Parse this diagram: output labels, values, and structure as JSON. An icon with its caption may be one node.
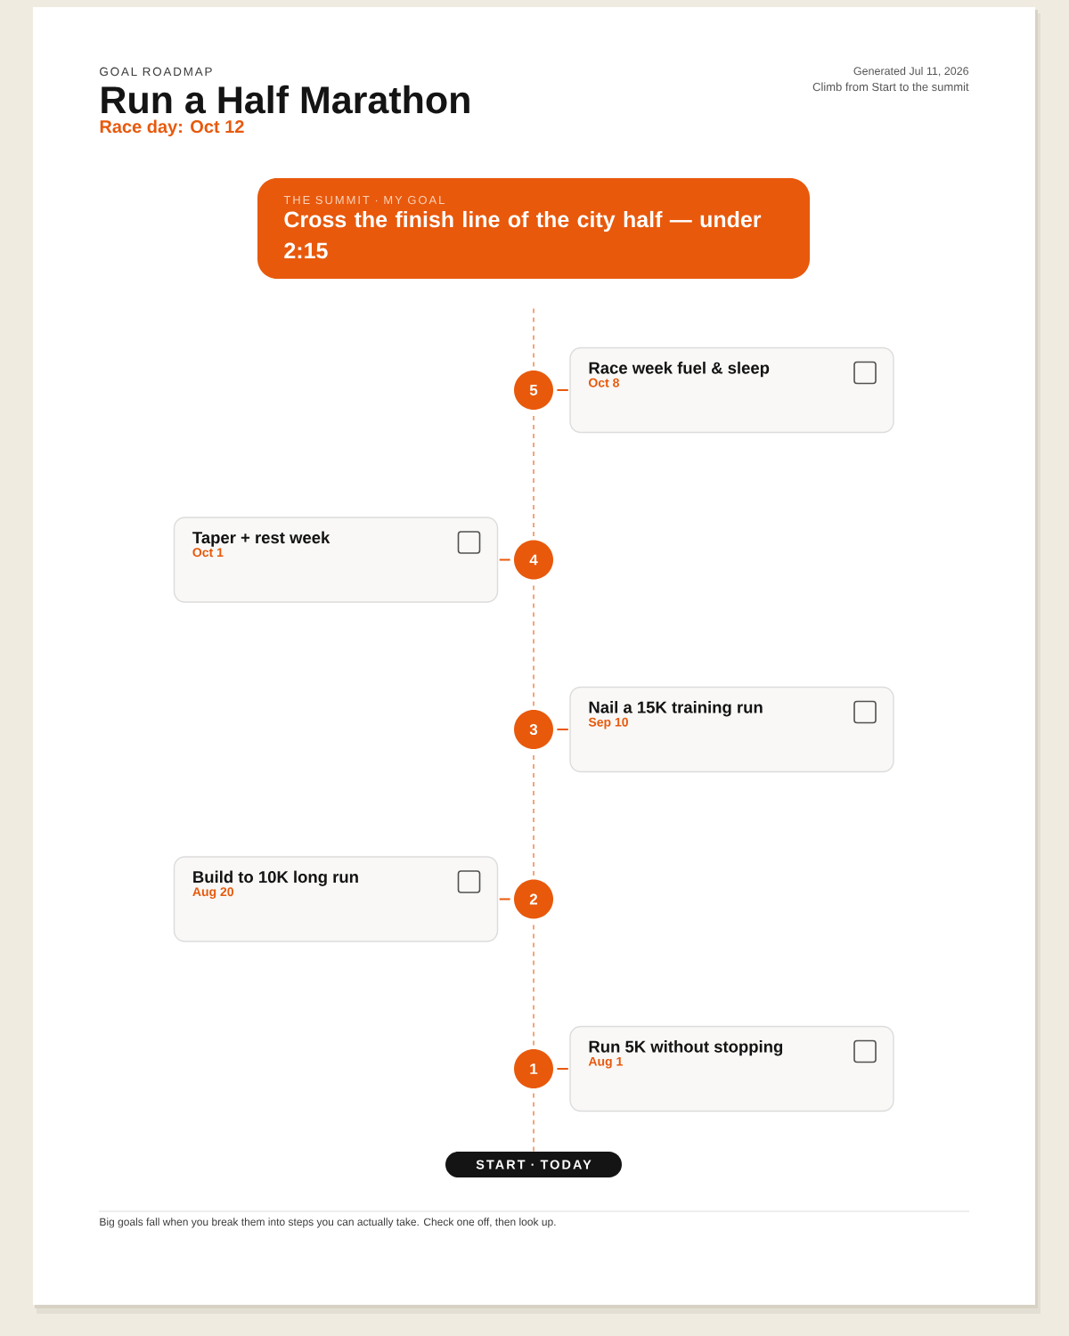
{
  "diagram": {
    "title": "Run a Half Marathon",
    "nodes": [
      {
        "text": [
          "THE SUMMIT · MY GOAL",
          "Cross the finish line of the city half — under 2:15"
        ]
      },
      {
        "text": [
          "5"
        ]
      },
      {
        "text": [
          "Race week fuel & sleep",
          "Oct 8"
        ]
      },
      {
        "text": [
          "4"
        ]
      },
      {
        "text": [
          "Taper + rest week",
          "Oct 1"
        ]
      },
      {
        "text": [
          "3"
        ]
      },
      {
        "text": [
          "Nail a 15K training run",
          "Sep 10"
        ]
      },
      {
        "text": [
          "2"
        ]
      },
      {
        "text": [
          "Build to 10K long run",
          "Aug 20"
        ]
      },
      {
        "text": [
          "1"
        ]
      },
      {
        "text": [
          "Run 5K without stopping",
          "Aug 1"
        ]
      },
      {
        "text": [
          "START · TODAY"
        ]
      }
    ],
    "edges": [
      {
        "from": 11,
        "to": 9,
        "arrow": "none",
        "style": "dashed",
        "color": "#f2a57a"
      },
      {
        "from": 9,
        "to": 7,
        "arrow": "none",
        "style": "dashed",
        "color": "#f2a57a"
      },
      {
        "from": 7,
        "to": 5,
        "arrow": "none",
        "style": "dashed",
        "color": "#f2a57a"
      },
      {
        "from": 5,
        "to": 3,
        "arrow": "none",
        "style": "dashed",
        "color": "#f2a57a"
      },
      {
        "from": 3,
        "to": 1,
        "arrow": "none",
        "style": "dashed",
        "color": "#f2a57a"
      },
      {
        "from": 1,
        "to": 0,
        "arrow": "none",
        "style": "dashed",
        "color": "#f2a57a"
      },
      {
        "from": 1,
        "to": 2,
        "arrow": "none",
        "color": "#e8590c"
      },
      {
        "from": 3,
        "to": 4,
        "arrow": "none",
        "color": "#e8590c"
      },
      {
        "from": 5,
        "to": 6,
        "arrow": "none",
        "color": "#e8590c"
      },
      {
        "from": 7,
        "to": 8,
        "arrow": "none",
        "color": "#e8590c"
      },
      {
        "from": 9,
        "to": 10,
        "arrow": "none",
        "color": "#e8590c"
      }
    ],
    "labels": [
      "GOAL ROADMAP",
      "Race day: Oct 12",
      "Generated Jul 11, 2026",
      "Climb from Start to the summit",
      "Big goals fall when you break them into steps you can actually take. Check one off, then look up."
    ]
  }
}
